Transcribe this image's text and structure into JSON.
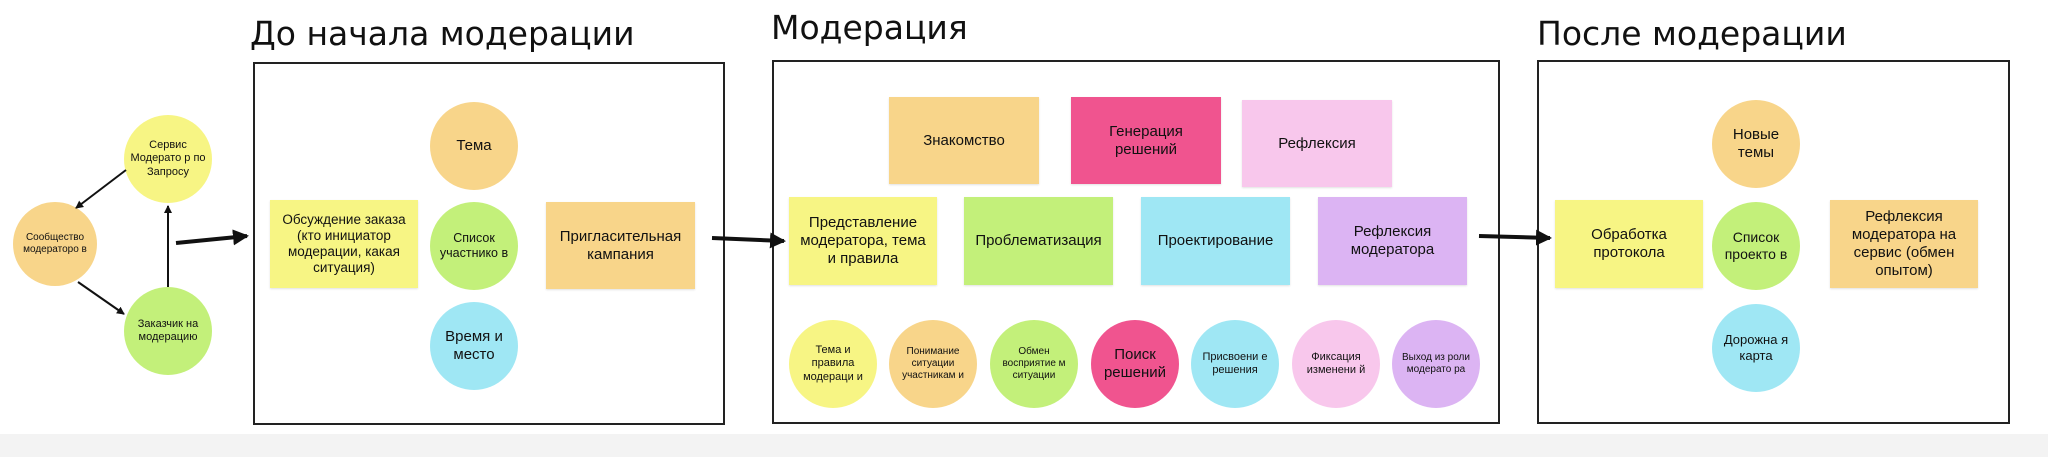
{
  "colors": {
    "yellow": "#f7f584",
    "orange": "#f8d58a",
    "green": "#c3f07a",
    "pink": "#f0548f",
    "light_pink": "#f8c7ec",
    "cyan": "#9fe7f4",
    "purple": "#dcb4f3"
  },
  "left_cluster": {
    "service": "Сервис Модерато р по Запросу",
    "community": "Сообщество модераторо в",
    "client": "Заказчик на модерацию"
  },
  "before": {
    "title": "До начала модерации",
    "order_discussion": "Обсуждение заказа (кто инициатор модерации, какая ситуация)",
    "topic": "Тема",
    "participants": "Список участнико в",
    "time_place": "Время и место",
    "invitation": "Пригласительная кампания"
  },
  "moderation": {
    "title": "Модерация",
    "acquaintance": "Знакомство",
    "generation": "Генерация решений",
    "reflection": "Рефлексия",
    "representation": "Представление модератора, тема и правила",
    "problematization": "Проблематизация",
    "design": "Проектирование",
    "moderator_reflection": "Рефлексия модератора",
    "c_topic_rules": "Тема и правила модераци и",
    "c_understanding": "Понимание ситуации участникам и",
    "c_exchange": "Обмен восприятие м ситуации",
    "c_search": "Поиск решений",
    "c_assign": "Присвоени е решения",
    "c_fixation": "Фиксация изменени й",
    "c_exit": "Выход из роли модерато ра"
  },
  "after": {
    "title": "После модерации",
    "protocol": "Обработка протокола",
    "new_topics": "Новые темы",
    "projects": "Список проекто в",
    "roadmap": "Дорожна я карта",
    "service_reflection": "Рефлексия модератора на сервис (обмен опытом)"
  }
}
